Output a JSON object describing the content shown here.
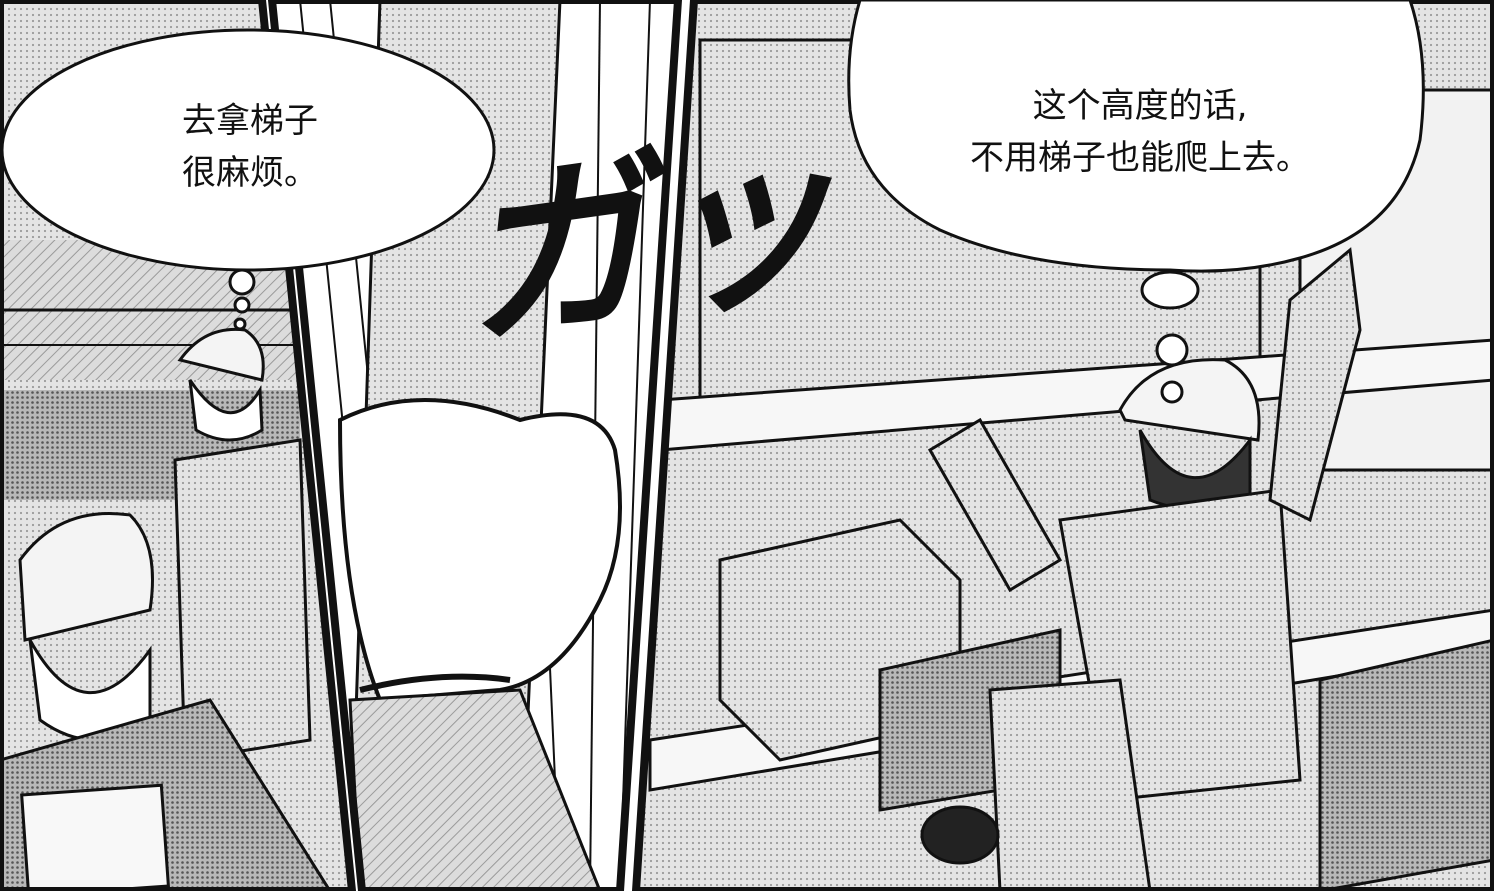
{
  "panels": [
    {
      "id": "panel-1",
      "thought": [
        "去拿梯子",
        "很麻烦。"
      ]
    },
    {
      "id": "panel-2",
      "sfx": "ガッ"
    },
    {
      "id": "panel-3",
      "thought": [
        "这个高度的话,",
        "不用梯子也能爬上去。"
      ]
    }
  ],
  "colors": {
    "ink": "#111111",
    "paper": "#ffffff",
    "screentone": "#d7d7d7",
    "darktone": "#8a8a8a"
  }
}
